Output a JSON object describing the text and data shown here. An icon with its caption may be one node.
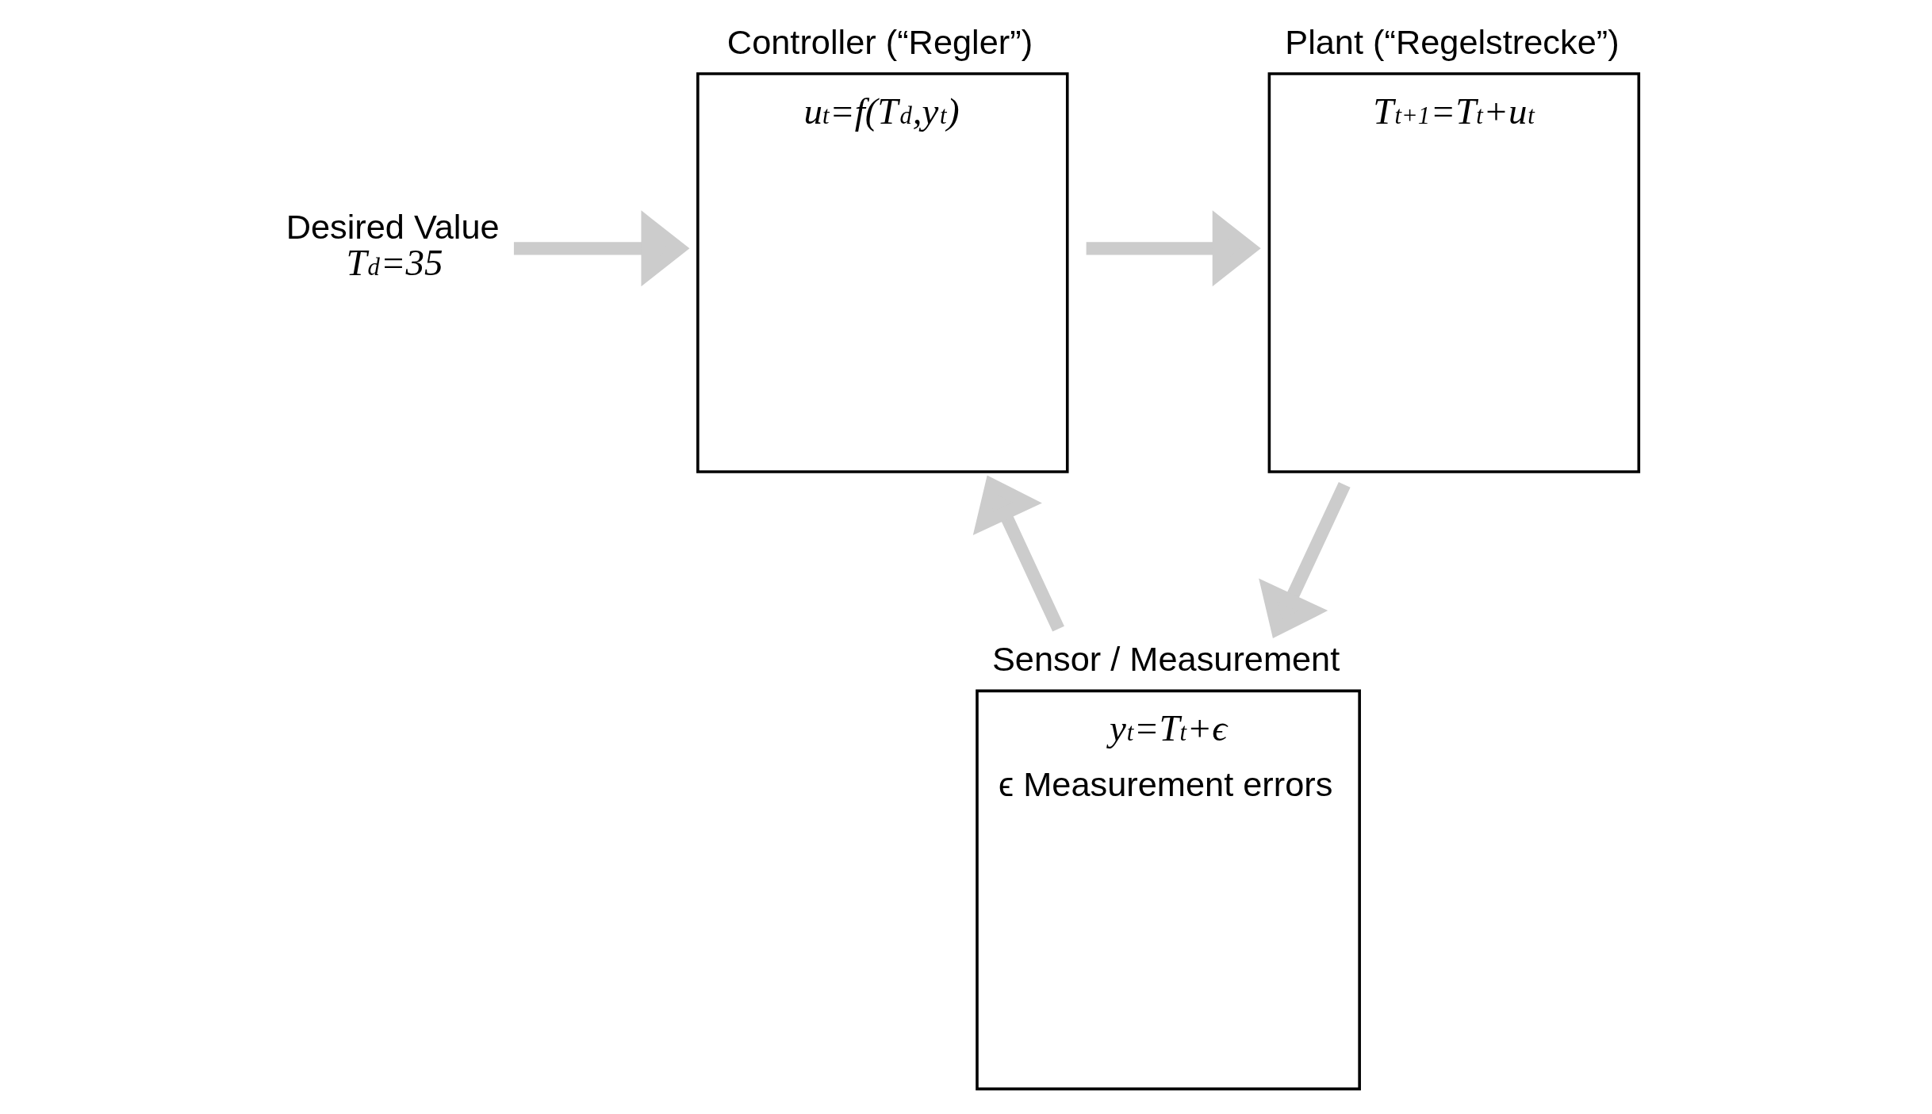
{
  "diagram": {
    "nodes": [
      {
        "text": [
          "Controller (“Regler”)",
          "u$_{t}$=f(T$_{d}$,y$_{t}$)"
        ]
      },
      {
        "text": [
          "Plant (“Regelstrecke”)",
          "T$_{t+1}$=T$_{t}$+u$_{t}$"
        ]
      },
      {
        "text": [
          "Sensor / Measurement",
          "y$_{t}$=T$_{t}$+ϵ",
          "ϵ Measurement errors"
        ]
      },
      {
        "text": [
          "Desired Value",
          "T$_{d}$=35"
        ]
      }
    ],
    "edges": [
      {
        "from": 3,
        "to": 0,
        "arrow": "to"
      },
      {
        "from": 0,
        "to": 1,
        "arrow": "to"
      },
      {
        "from": 1,
        "to": 2,
        "arrow": "to"
      },
      {
        "from": 2,
        "to": 0,
        "arrow": "to"
      }
    ]
  }
}
